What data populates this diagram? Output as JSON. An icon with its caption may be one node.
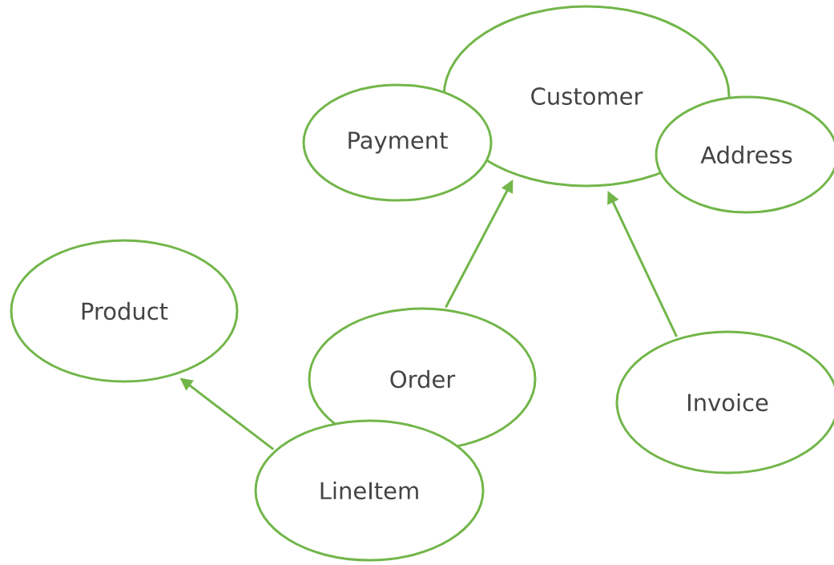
{
  "diagram": {
    "nodes": [
      {
        "text": [
          "Customer"
        ]
      },
      {
        "text": [
          "Payment"
        ]
      },
      {
        "text": [
          "Address"
        ]
      },
      {
        "text": [
          "Product"
        ]
      },
      {
        "text": [
          "Order"
        ]
      },
      {
        "text": [
          "Invoice"
        ]
      },
      {
        "text": [
          "LineItem"
        ]
      }
    ],
    "edges": [
      {
        "from": 4,
        "to": 0,
        "arrow": "to"
      },
      {
        "from": 5,
        "to": 0,
        "arrow": "to"
      },
      {
        "from": 6,
        "to": 3,
        "arrow": "to"
      }
    ]
  }
}
